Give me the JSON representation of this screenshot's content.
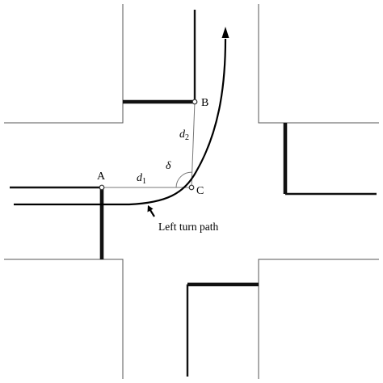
{
  "labels": {
    "point_a": "A",
    "point_b": "B",
    "point_c": "C",
    "d1_base": "d",
    "d1_sub": "1",
    "d2_base": "d",
    "d2_sub": "2",
    "angle": "δ",
    "caption": "Left turn path"
  }
}
